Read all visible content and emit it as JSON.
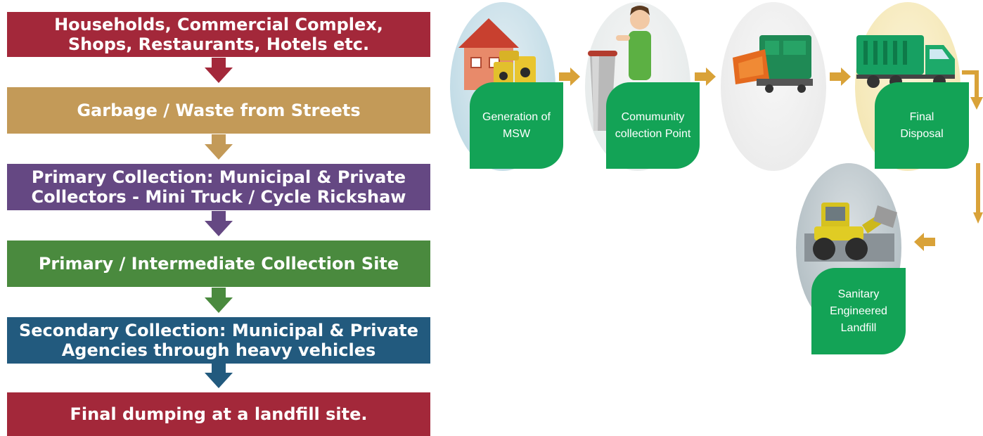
{
  "flow": {
    "step1": {
      "line1": "Households, Commercial Complex,",
      "line2": "Shops, Restaurants, Hotels etc.",
      "color": "#a3283a"
    },
    "step2": {
      "line1": "Garbage / Waste from Streets",
      "color": "#c39a58"
    },
    "step3": {
      "line1": "Primary Collection: Municipal & Private",
      "line2": "Collectors - Mini Truck / Cycle Rickshaw",
      "color": "#654883"
    },
    "step4": {
      "line1": "Primary / Intermediate Collection Site",
      "color": "#4a8a3e"
    },
    "step5": {
      "line1": "Secondary Collection: Municipal & Private",
      "line2": "Agencies through heavy vehicles",
      "color": "#225a7e"
    },
    "step6": {
      "line1": "Final dumping at  a landfill site.",
      "color": "#a3283a"
    }
  },
  "cycle": {
    "stage1": {
      "line1": "Generation of MSW",
      "icon": "house-barrels-icon"
    },
    "stage2": {
      "line1": "Comumunity",
      "line2": "collection Point",
      "icon": "person-bin-icon"
    },
    "stage3": {
      "icon": "compactor-icon"
    },
    "stage4": {
      "line1": "Final",
      "line2": "Disposal",
      "icon": "garbage-truck-icon"
    },
    "stage5": {
      "line1": "Sanitary Engineered",
      "line2": "Landfill",
      "icon": "bulldozer-icon"
    },
    "tag_color": "#13a356",
    "arrow_color": "#d9a238"
  }
}
